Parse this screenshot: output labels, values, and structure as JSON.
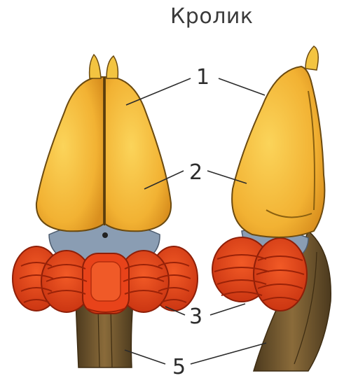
{
  "title": "Кролик",
  "labels": {
    "l1": "1",
    "l2": "2",
    "l3": "3",
    "l5": "5"
  },
  "colors": {
    "hemisphere": "#f2b233",
    "hemisphere_light": "#f8cf55",
    "hemisphere_outline": "#6b4a10",
    "olfactory": "#f3c441",
    "midbrain": "#8a9db3",
    "cerebellum": "#e8431a",
    "cerebellum_dark": "#a8240a",
    "medulla": "#6b4f2a",
    "leader": "#2c2c2c"
  }
}
